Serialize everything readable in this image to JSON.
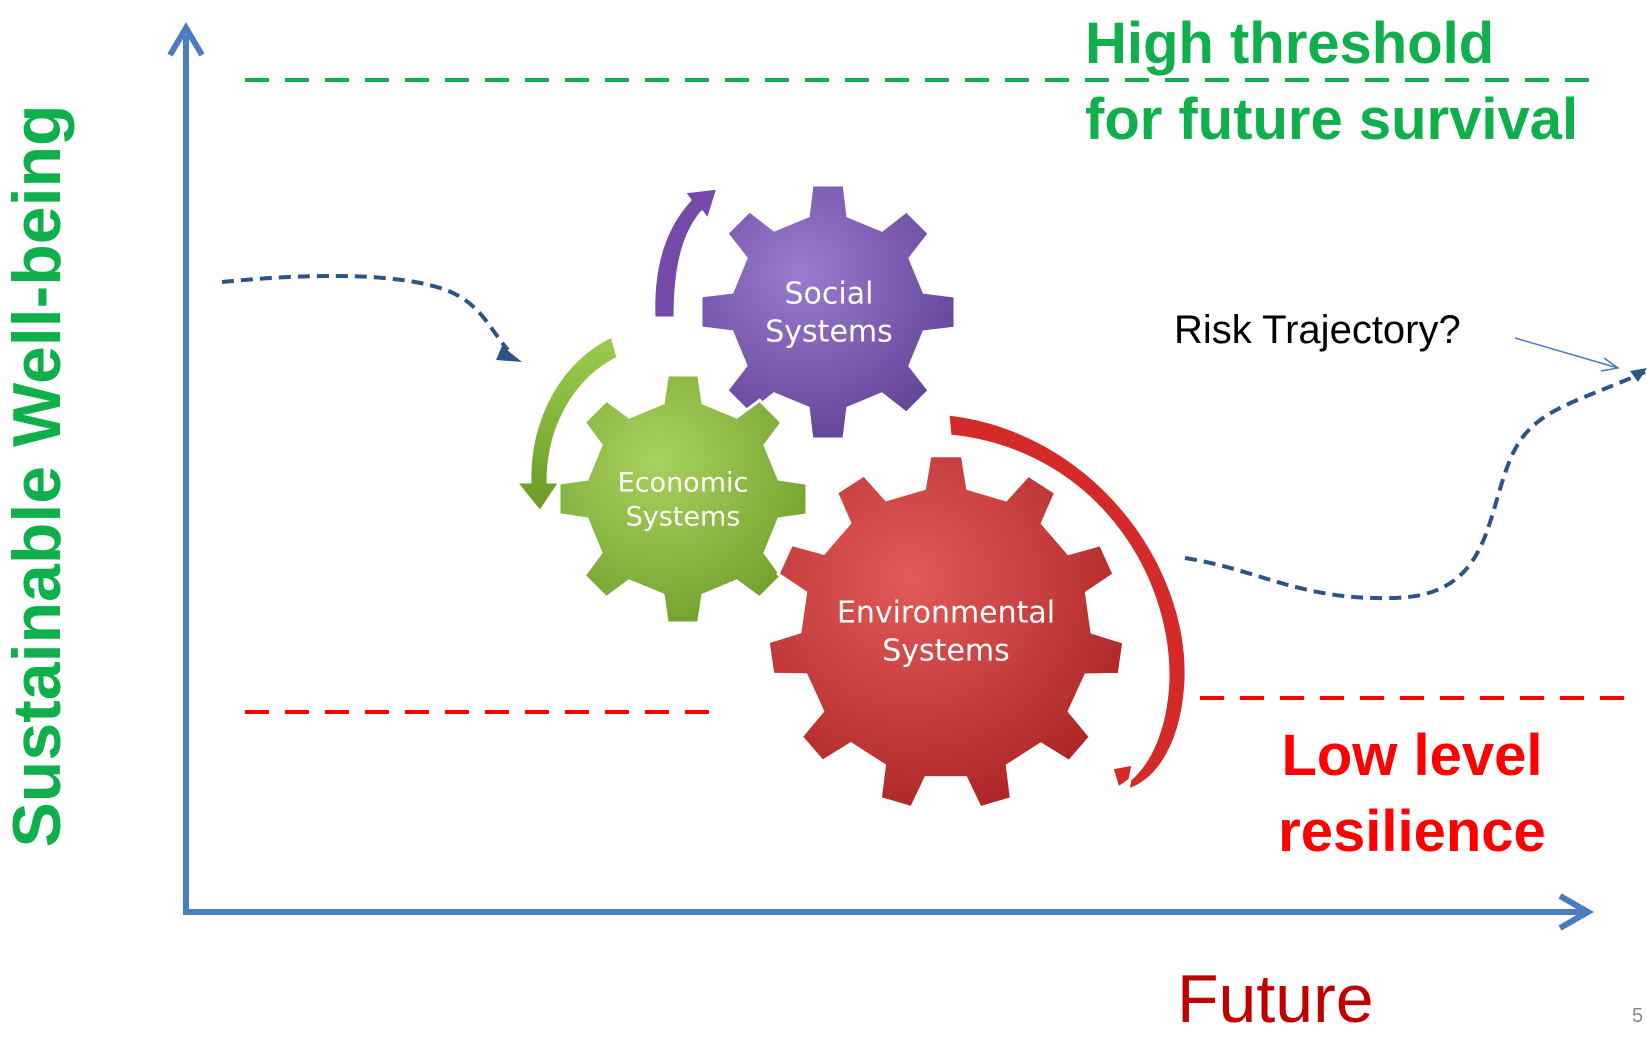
{
  "labels": {
    "y_axis": "Sustainable Well-being",
    "x_axis": "Future",
    "high_threshold_line1": "High threshold",
    "high_threshold_line2": "for future survival",
    "low_level_line1": "Low level",
    "low_level_line2": "resilience",
    "risk_trajectory": "Risk Trajectory?",
    "page_number": "5"
  },
  "gears": {
    "social": {
      "line1": "Social",
      "line2": "Systems",
      "color": "#7b59ad"
    },
    "economic": {
      "line1": "Economic",
      "line2": "Systems",
      "color": "#8cbc3f"
    },
    "environmental": {
      "line1": "Environmental",
      "line2": "Systems",
      "color": "#cf3c3c"
    }
  },
  "colors": {
    "axis": "#4a7cc0",
    "high_threshold": "#0fb04b",
    "low_level": "#ff0000",
    "x_title": "#c00000",
    "trajectory": "#2e5486",
    "social_arrow": "#7449a8",
    "economic_arrow": "#82b83c",
    "environmental_arrow": "#d42a2a"
  }
}
